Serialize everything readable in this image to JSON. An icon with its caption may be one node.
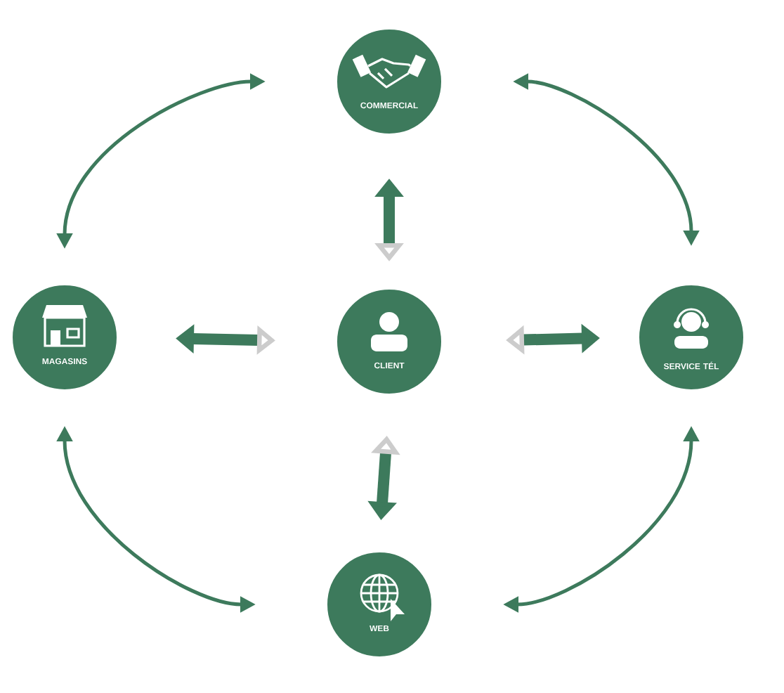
{
  "diagram": {
    "nodes": [
      {
        "text": [
          "COMMERCIAL"
        ]
      },
      {
        "text": [
          "MAGASINS"
        ]
      },
      {
        "text": [
          "CLIENT"
        ]
      },
      {
        "text": [
          "SERVICE TÉL"
        ]
      },
      {
        "text": [
          "WEB"
        ]
      }
    ],
    "edges": [
      {
        "from": 1,
        "to": 0,
        "arrow": "both"
      },
      {
        "from": 0,
        "to": 3,
        "arrow": "both"
      },
      {
        "from": 1,
        "to": 4,
        "arrow": "both"
      },
      {
        "from": 3,
        "to": 4,
        "arrow": "both"
      },
      {
        "from": 2,
        "to": 0,
        "arrow": "both",
        "style": "thick"
      },
      {
        "from": 2,
        "to": 1,
        "arrow": "both",
        "style": "thick"
      },
      {
        "from": 2,
        "to": 3,
        "arrow": "both",
        "style": "thick"
      },
      {
        "from": 2,
        "to": 4,
        "arrow": "both",
        "style": "thick"
      }
    ]
  }
}
